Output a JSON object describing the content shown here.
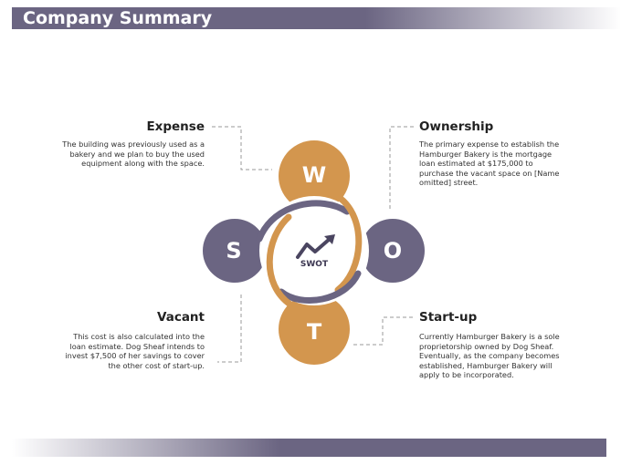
{
  "header": {
    "title": "Company Summary"
  },
  "diagram": {
    "center_label": "SWOT",
    "letters": {
      "s": "S",
      "w": "W",
      "o": "O",
      "t": "T"
    },
    "colors": {
      "purple": "#6b6582",
      "orange": "#d3964e"
    },
    "blocks": {
      "expense": {
        "title": "Expense",
        "lines": [
          "The building was previously used as a",
          "bakery and we plan to buy the used",
          "equipment along with the space."
        ]
      },
      "ownership": {
        "title": "Ownership",
        "lines": [
          "The primary expense to establish the",
          "Hamburger Bakery is the mortgage",
          "loan estimated at $175,000 to",
          "purchase the vacant space on [Name",
          "omitted] street."
        ]
      },
      "vacant": {
        "title": "Vacant",
        "lines": [
          "This cost is also calculated into the",
          "loan estimate. Dog Sheaf intends to",
          "invest $7,500 of her savings to cover",
          "the other cost of start-up."
        ]
      },
      "startup": {
        "title": "Start-up",
        "lines": [
          "Currently Hamburger Bakery is a sole",
          "proprietorship owned by Dog Sheaf.",
          "Eventually, as the company becomes",
          "established, Hamburger Bakery will",
          "apply to be incorporated."
        ]
      }
    }
  }
}
